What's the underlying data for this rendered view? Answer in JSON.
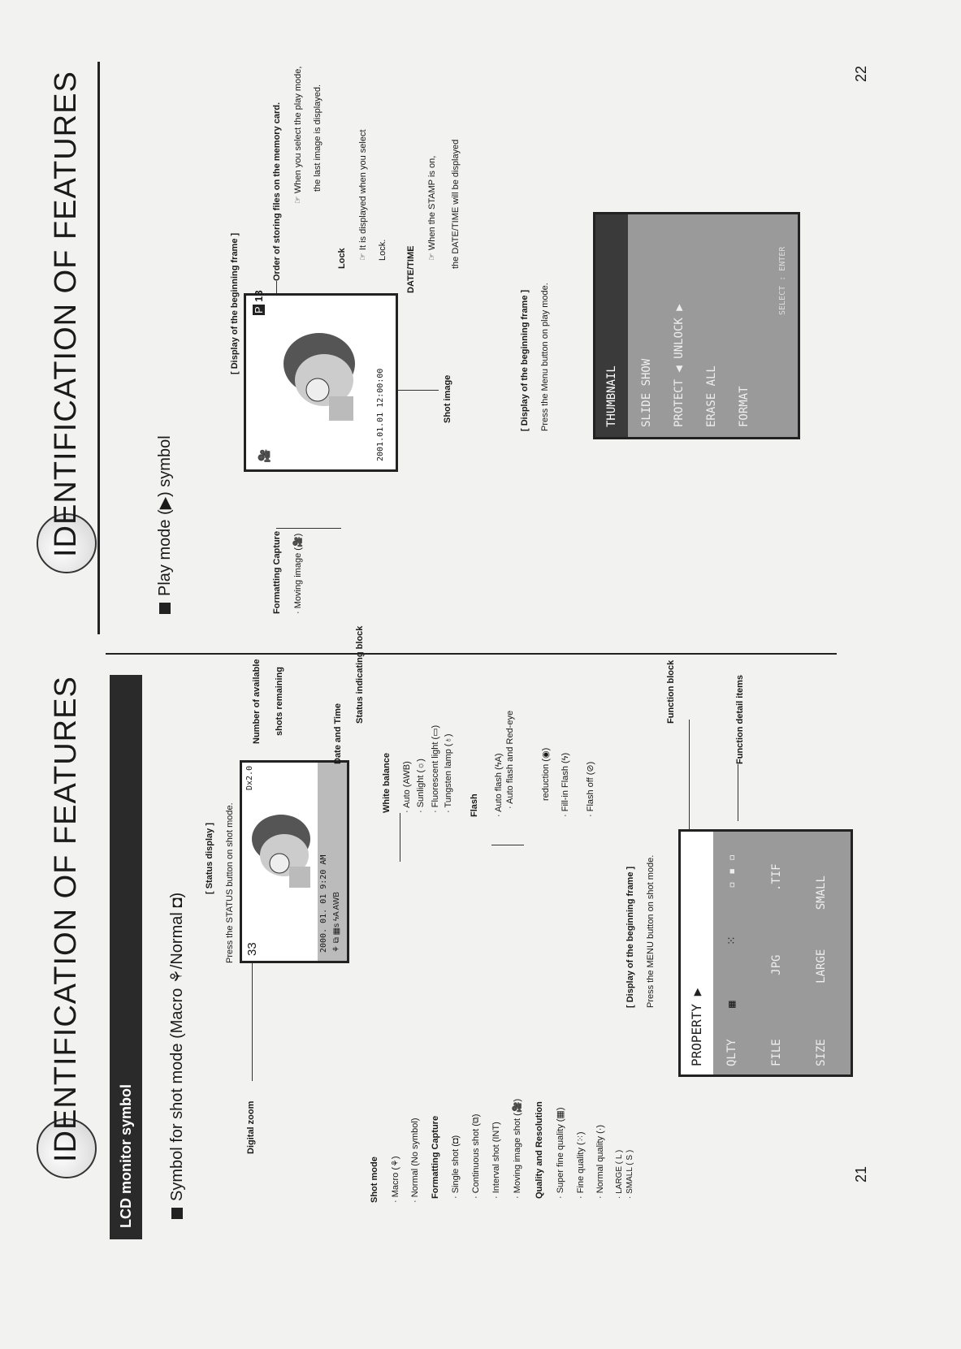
{
  "left_page": {
    "title": "IDENTIFICATION OF FEATURES",
    "section_bar": "LCD monitor symbol",
    "heading": "Symbol for shot mode (Macro ⚘/Normal ◘)",
    "status_display": {
      "title": "[ Status display ]",
      "instruction": "Press the STATUS button on shot mode.",
      "lcd_top_left": "Dx2.0",
      "lcd_count": "33",
      "lcd_datetime": "2000. 01. 01  9:20  AM",
      "lcd_status_icons": "⚘  ⧉  ▦s  ϟA  AWB"
    },
    "callouts": {
      "digital_zoom": "Digital zoom",
      "number_available_1": "Number of available",
      "number_available_2": "shots remaining",
      "date_time": "Date and Time",
      "status_block": "Status indicating block"
    },
    "shot_mode": {
      "title": "Shot mode",
      "items": [
        "· Macro (⚘)",
        "· Normal (No symbol)"
      ]
    },
    "formatting_capture": {
      "title": "Formatting Capture",
      "items": [
        "· Single shot (◘)",
        "· Continuous shot (⧉)",
        "· Interval shot (INT)",
        "· Moving image shot (🎥)"
      ]
    },
    "quality_resolution": {
      "title": "Quality and Resolution",
      "items": [
        "· Super fine quality (▦)",
        "· Fine quality (⁙)",
        "· Normal quality (·)",
        "· LARGE ( L )",
        "· SMALL ( S )"
      ]
    },
    "white_balance": {
      "title": "White balance",
      "items": [
        "· Auto (AWB)",
        "· Sunlight (☼)",
        "· Fluorescent light (▭)",
        "· Tungsten lamp (♁)"
      ]
    },
    "flash": {
      "title": "Flash",
      "items": [
        "· Auto flash (ϟA)",
        "· Auto flash and Red-eye",
        "reduction (◉)",
        "· Fill-in Flash (ϟ)",
        "· Flash off (⊘)"
      ]
    },
    "menu_frame": {
      "title": "[ Display of the beginning frame ]",
      "instruction": "Press the MENU button on shot mode.",
      "header": "PROPERTY ▶",
      "rows": [
        {
          "label": "QLTY",
          "values": [
            "▦",
            "⁙",
            "▫ ▪ ▫"
          ]
        },
        {
          "label": "FILE",
          "values": [
            "JPG",
            ".TIF"
          ]
        },
        {
          "label": "SIZE",
          "values": [
            "LARGE",
            "SMALL"
          ]
        }
      ],
      "function_block": "Function block",
      "function_detail": "Function detail items"
    },
    "page_number": "21"
  },
  "right_page": {
    "title": "IDENTIFICATION OF FEATURES",
    "heading": "Play mode (▶) symbol",
    "frame_title": "[ Display of the beginning frame ]",
    "lcd_badge": "P",
    "lcd_num": "13",
    "lcd_datetime": "2001.01.01  12:00:00",
    "formatting_capture": "Formatting Capture",
    "moving_image": "· Moving image (🎥)",
    "shot_image": "Shot image",
    "order_text": "Order of storing files on the memory card.",
    "order_note_1": "☞ When you select the play mode,",
    "order_note_2": "the last image is displayed.",
    "lock_title": "Lock",
    "lock_note_1": "☞ It is displayed when you select",
    "lock_note_2": "Lock.",
    "datetime_title": "DATE/TIME",
    "datetime_note_1": "☞ When the STAMP is on,",
    "datetime_note_2": "the DATE/TIME will be displayed",
    "menu_frame": {
      "title": "[ Display of the beginning frame ]",
      "instruction": "Press the Menu button on play mode.",
      "items": [
        "THUMBNAIL",
        "SLIDE SHOW",
        "PROTECT ◀ UNLOCK ▶",
        "ERASE ALL",
        "FORMAT"
      ],
      "footer": "SELECT : ENTER"
    },
    "page_number": "22"
  }
}
